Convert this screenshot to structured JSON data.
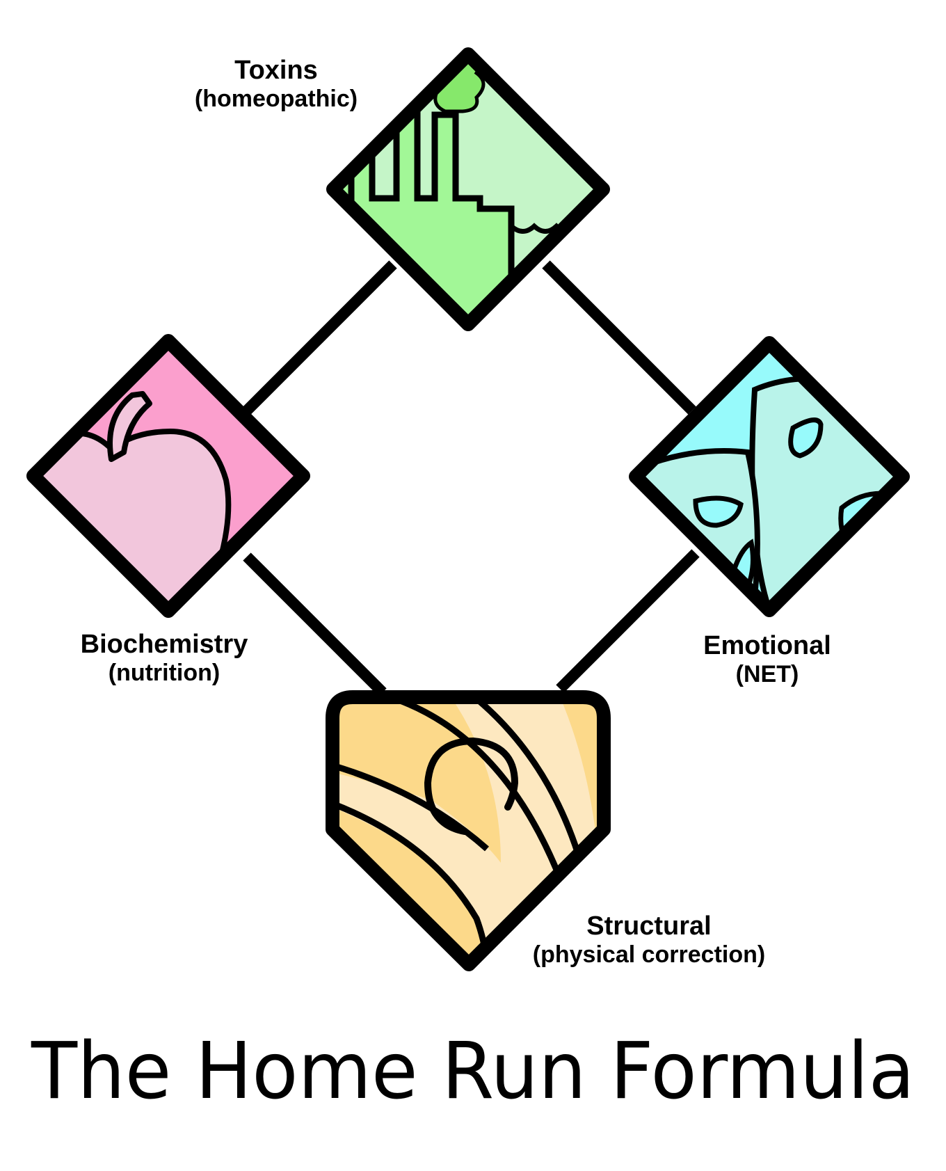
{
  "diagram": {
    "title": "The Home Run Formula",
    "nodes": [
      {
        "id": "toxins",
        "name": "Toxins",
        "detail": "(homeopathic)",
        "icon": "factory-icon"
      },
      {
        "id": "biochemistry",
        "name": "Biochemistry",
        "detail": "(nutrition)",
        "icon": "apple-icon"
      },
      {
        "id": "emotional",
        "name": "Emotional",
        "detail": "(NET)",
        "icon": "theater-masks-icon"
      },
      {
        "id": "structural",
        "name": "Structural",
        "detail": "(physical correction)",
        "icon": "spine-icon"
      }
    ],
    "edges": [
      {
        "from": "toxins",
        "to": "biochemistry"
      },
      {
        "from": "toxins",
        "to": "emotional"
      },
      {
        "from": "biochemistry",
        "to": "structural"
      },
      {
        "from": "emotional",
        "to": "structural"
      }
    ],
    "colors": {
      "toxins_light": "#c5f5c8",
      "toxins_dark": "#a2f797",
      "toxins_smoke": "#86e86b",
      "biochemistry_light": "#f2c6dc",
      "biochemistry_dark": "#fb9fcd",
      "emotional_light": "#b9f3ea",
      "emotional_dark": "#97fafb",
      "structural_light": "#fde8c0",
      "structural_dark": "#fcd98a",
      "outline": "#000000"
    }
  }
}
